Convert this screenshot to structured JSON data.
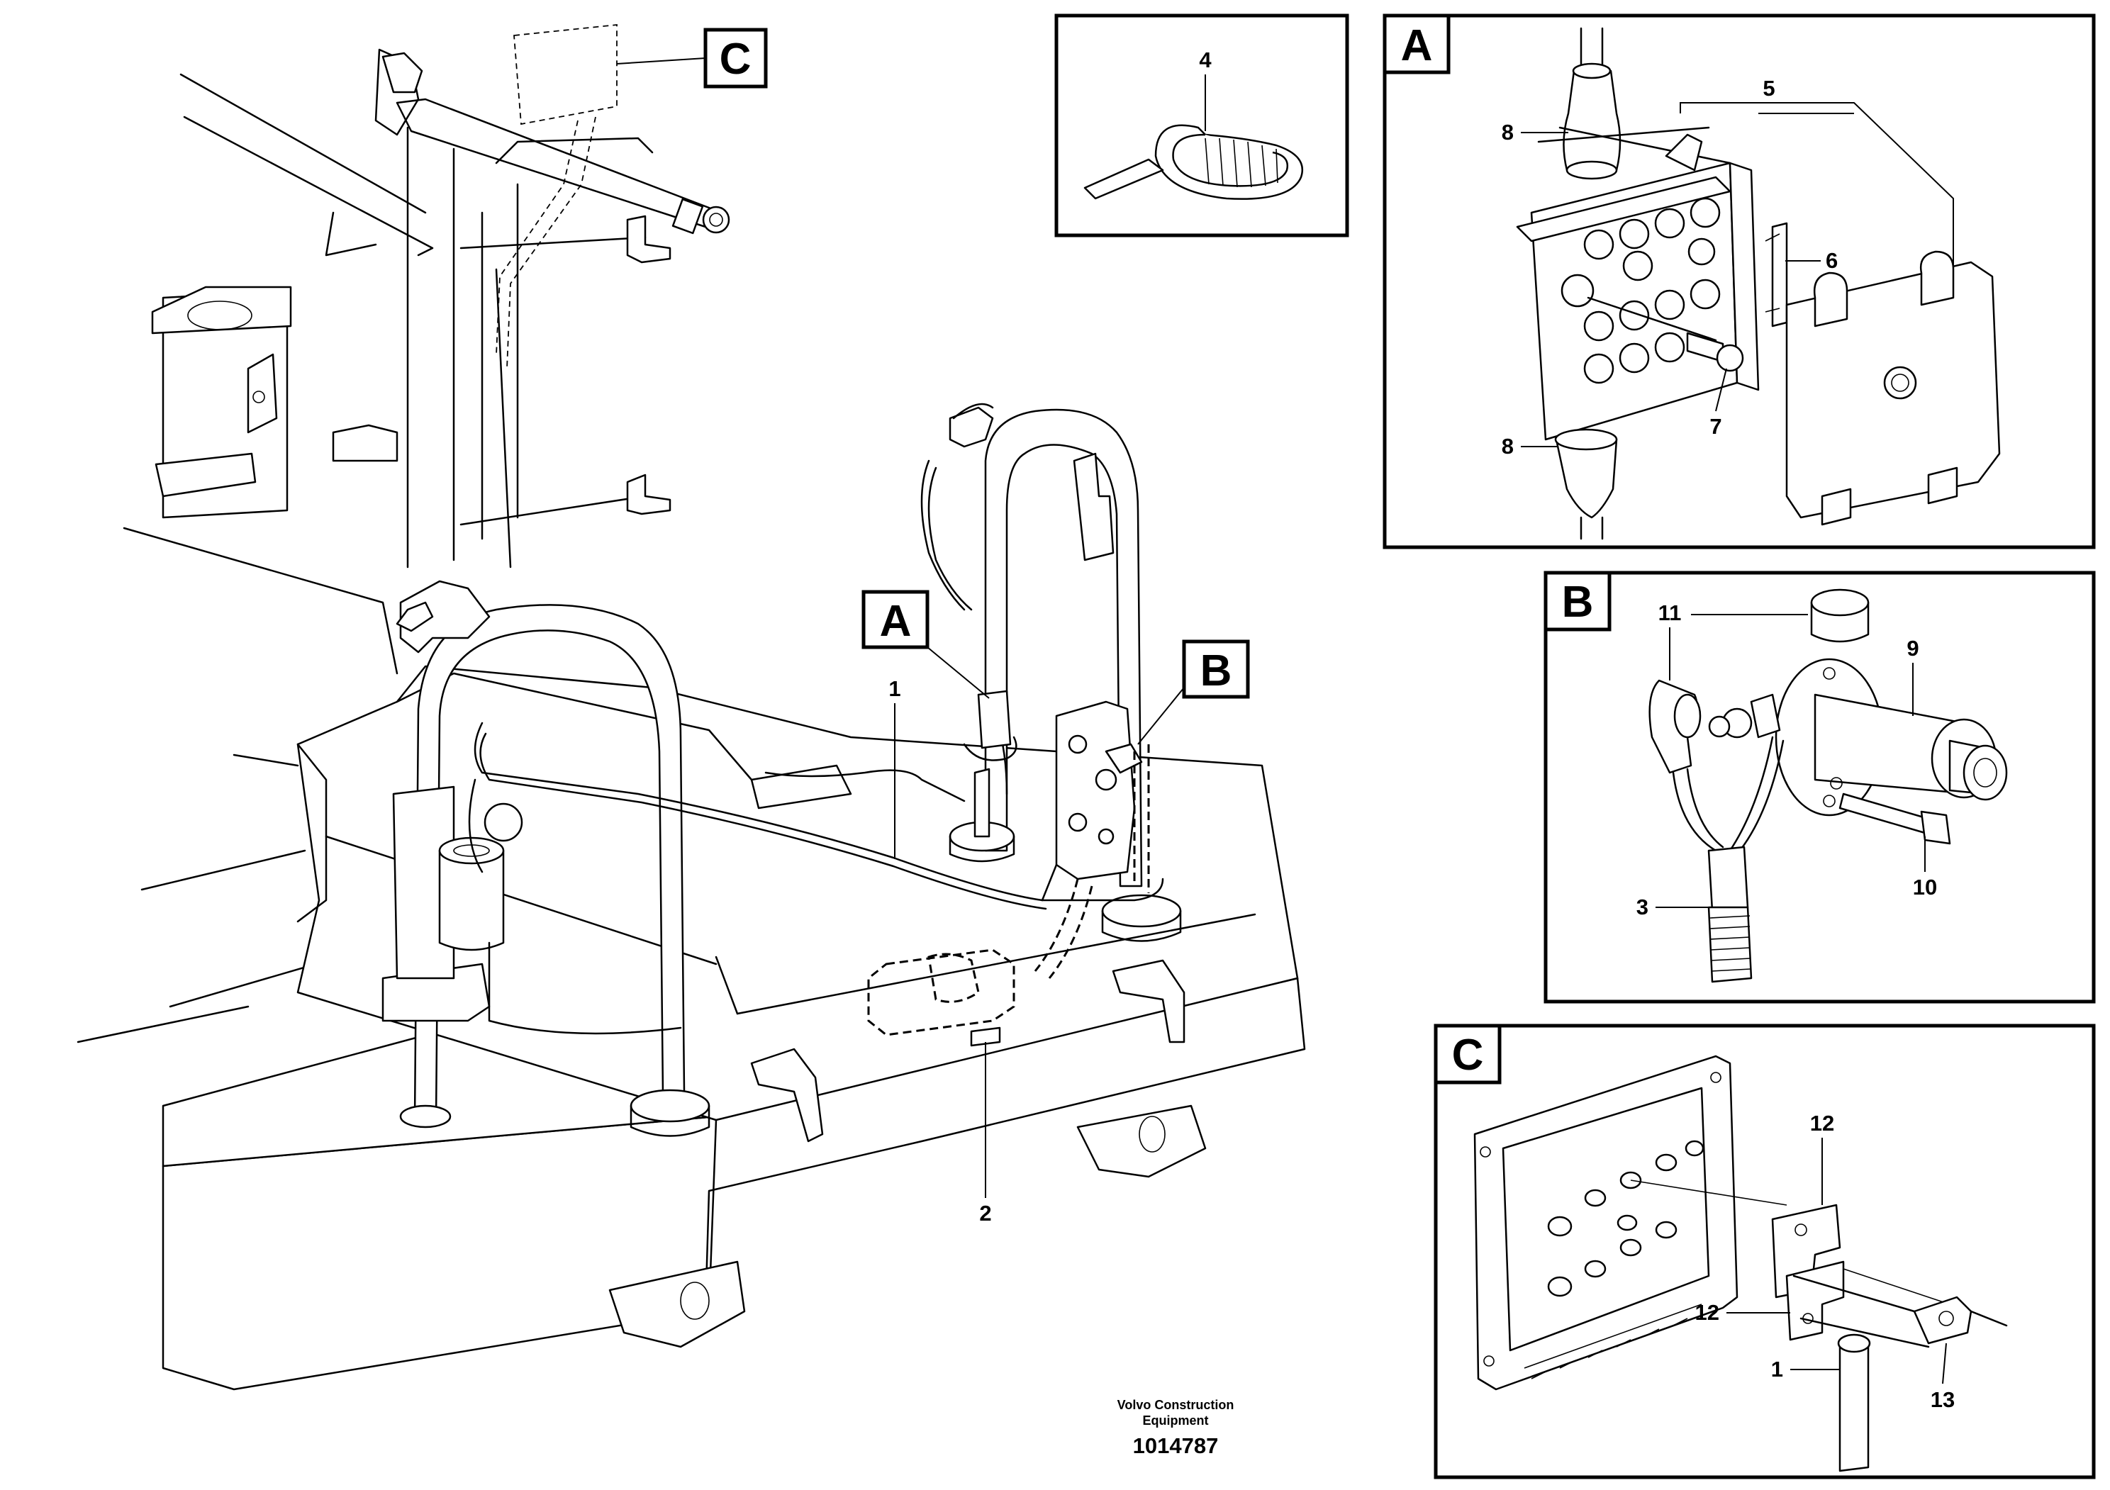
{
  "main_view": {
    "labels": {
      "wiring_harness": "1",
      "fuse_holder": "2",
      "detail_a_marker": "A",
      "detail_b_marker": "B",
      "detail_c_marker": "C"
    }
  },
  "detail_cable_tie": {
    "labels": {
      "cable_tie": "4"
    }
  },
  "detail_a": {
    "title": "A",
    "labels": {
      "grommet_top": "8",
      "grommet_bottom": "8",
      "junction_box": "5",
      "gasket": "6",
      "screw": "7"
    }
  },
  "detail_b": {
    "title": "B",
    "labels": {
      "connector": "11",
      "socket": "9",
      "bolt": "10",
      "cable": "3"
    }
  },
  "detail_c": {
    "title": "C",
    "labels": {
      "bracket_top": "12",
      "bracket_bottom": "12",
      "cable": "1",
      "clamp": "13"
    }
  },
  "footer": {
    "company_line1": "Volvo Construction",
    "company_line2": "Equipment",
    "drawing_number": "1014787"
  }
}
